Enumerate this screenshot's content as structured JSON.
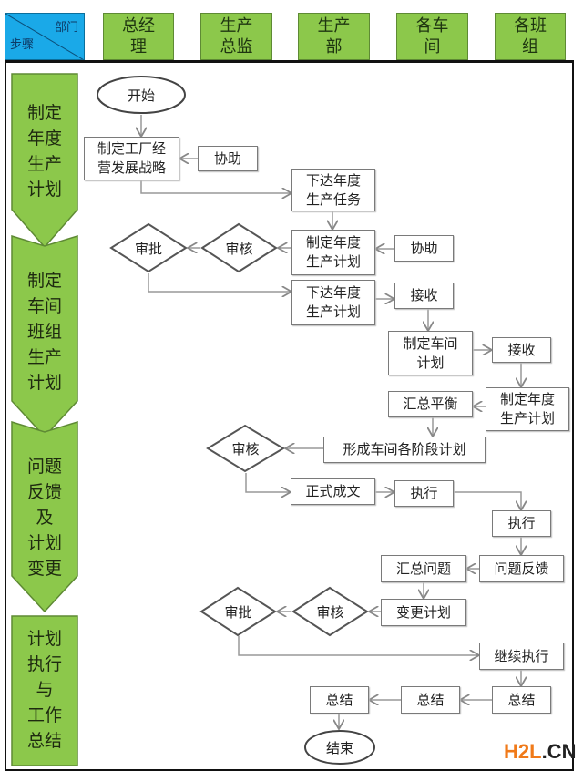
{
  "header": {
    "corner_top": "部门",
    "corner_bottom": "步骤",
    "columns": [
      "总经\n理",
      "生产\n总监",
      "生产\n部",
      "各车\n间",
      "各班\n组"
    ]
  },
  "stages": [
    "制定\n年度\n生产\n计划",
    "制定\n车间\n班组\n生产\n计划",
    "问题\n反馈\n及\n计划\n变更",
    "计划\n执行\n与\n工作\n总结"
  ],
  "nodes": {
    "start": "开始",
    "strategy": "制定工厂经\n营发展战略",
    "assist1": "协助",
    "issue_task": "下达年度\n生产任务",
    "approve1": "审批",
    "review1": "审核",
    "annual_plan": "制定年度\n生产计划",
    "assist2": "协助",
    "issue_plan": "下达年度\n生产计划",
    "receive1": "接收",
    "workshop_plan": "制定车间\n计划",
    "receive2": "接收",
    "team_plan": "制定年度\n生产计划",
    "balance": "汇总平衡",
    "stage_plan": "形成车间各阶段计划",
    "review2": "审核",
    "formalize": "正式成文",
    "execute1": "执行",
    "execute2": "执行",
    "summarize_issues": "汇总问题",
    "feedback": "问题反馈",
    "approve2": "审批",
    "review3": "审核",
    "change_plan": "变更计划",
    "continue": "继续执行",
    "summary3": "总结",
    "summary2": "总结",
    "summary1": "总结",
    "end": "结束"
  },
  "watermark": {
    "main": "H2L",
    "suffix": ".CN"
  },
  "colors": {
    "header_green": "#8cc84b",
    "corner_blue": "#1aa9e8",
    "stage_green": "#8cc84b",
    "watermark_orange": "#f07a1a"
  }
}
